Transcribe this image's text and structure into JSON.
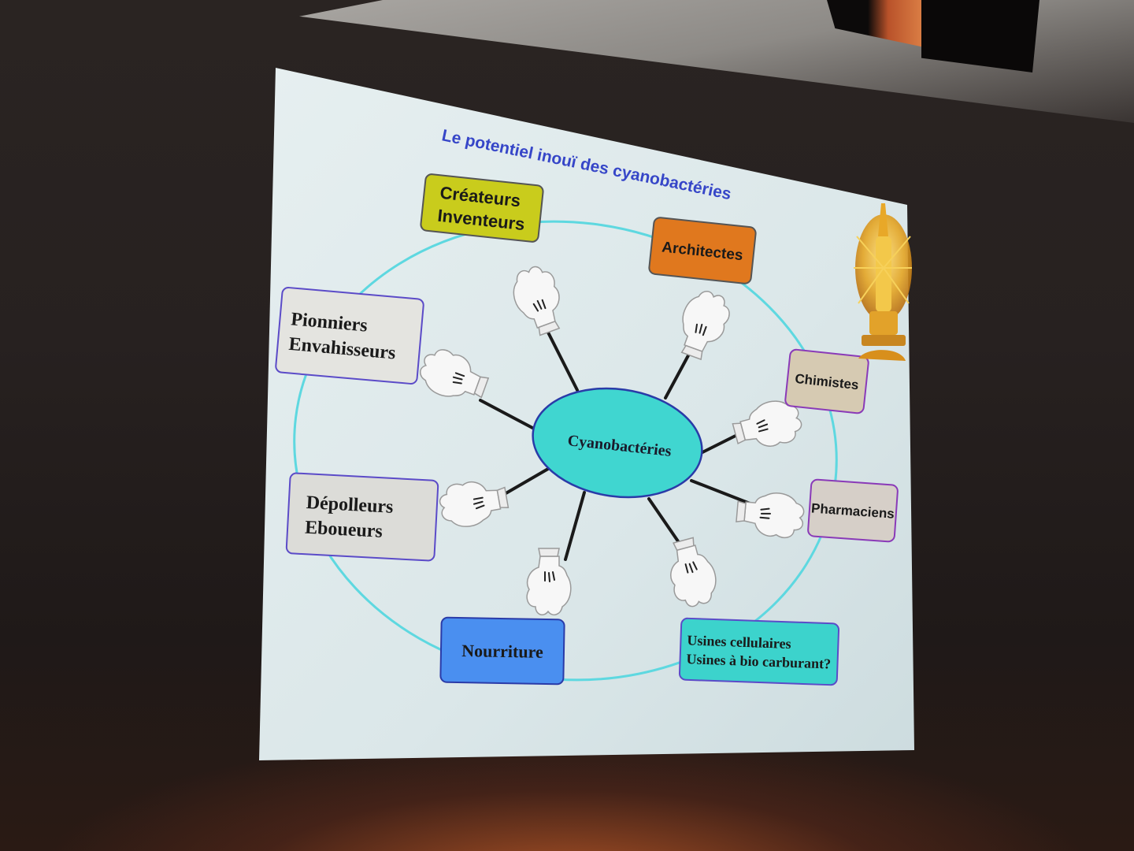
{
  "slide": {
    "title": "Le potentiel inouï des cyanobactéries",
    "center": "Cyanobactéries",
    "nodes": [
      {
        "id": "createurs",
        "lines": [
          "Créateurs",
          "Inventeurs"
        ],
        "fill": "#c9cc1c"
      },
      {
        "id": "architectes",
        "lines": [
          "Architectes"
        ],
        "fill": "#e0781e"
      },
      {
        "id": "chimistes",
        "lines": [
          "Chimistes"
        ],
        "fill": "#d6cab2"
      },
      {
        "id": "pharmaciens",
        "lines": [
          "Pharmaciens"
        ],
        "fill": "#d6cfc8"
      },
      {
        "id": "usines",
        "lines": [
          "Usines cellulaires",
          "Usines à bio carburant?"
        ],
        "fill": "#3cd3cc"
      },
      {
        "id": "nourriture",
        "lines": [
          "Nourriture"
        ],
        "fill": "#4a8ff0"
      },
      {
        "id": "depollueurs",
        "lines": [
          "Dépolleurs",
          "Eboueurs"
        ],
        "fill": "#dcdcd8"
      },
      {
        "id": "pionniers",
        "lines": [
          "Pionniers",
          "Envahisseurs"
        ],
        "fill": "#e4e4e0"
      }
    ],
    "colors": {
      "title": "#3646c8",
      "ring": "#5ed8e0",
      "center_fill": "#40d6d0",
      "spoke": "#1a1a1a",
      "slide_bg": "#dde9ea"
    }
  }
}
